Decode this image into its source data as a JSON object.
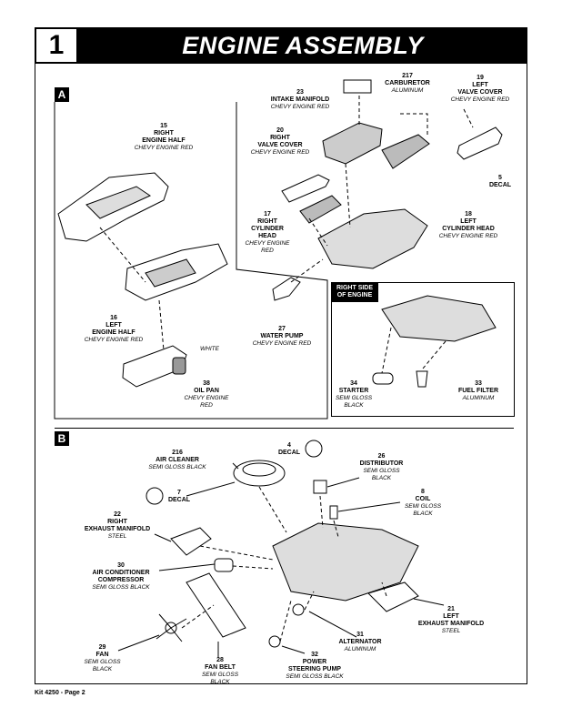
{
  "header": {
    "step_number": "1",
    "title": "ENGINE ASSEMBLY"
  },
  "sections": {
    "a": "A",
    "b": "B"
  },
  "inset": {
    "title": "RIGHT SIDE\nOF ENGINE"
  },
  "white_note": "WHITE",
  "parts_a": [
    {
      "id": "p15",
      "number": "15",
      "name": "RIGHT\nENGINE HALF",
      "material": "CHEVY ENGINE RED"
    },
    {
      "id": "p16",
      "number": "16",
      "name": "LEFT\nENGINE HALF",
      "material": "CHEVY ENGINE RED"
    },
    {
      "id": "p38",
      "number": "38",
      "name": "OIL PAN",
      "material": "CHEVY ENGINE\nRED"
    },
    {
      "id": "p23",
      "number": "23",
      "name": "INTAKE MANIFOLD",
      "material": "CHEVY ENGINE RED"
    },
    {
      "id": "p217",
      "number": "217",
      "name": "CARBURETOR",
      "material": "ALUMINUM"
    },
    {
      "id": "p19",
      "number": "19",
      "name": "LEFT\nVALVE COVER",
      "material": "CHEVY ENGINE RED"
    },
    {
      "id": "p20",
      "number": "20",
      "name": "RIGHT\nVALVE COVER",
      "material": "CHEVY ENGINE RED"
    },
    {
      "id": "p5",
      "number": "5",
      "name": "DECAL",
      "material": ""
    },
    {
      "id": "p17",
      "number": "17",
      "name": "RIGHT\nCYLINDER\nHEAD",
      "material": "CHEVY ENGINE\nRED"
    },
    {
      "id": "p18",
      "number": "18",
      "name": "LEFT\nCYLINDER HEAD",
      "material": "CHEVY ENGINE RED"
    },
    {
      "id": "p27",
      "number": "27",
      "name": "WATER PUMP",
      "material": "CHEVY ENGINE RED"
    },
    {
      "id": "p34",
      "number": "34",
      "name": "STARTER",
      "material": "SEMI GLOSS\nBLACK"
    },
    {
      "id": "p33",
      "number": "33",
      "name": "FUEL FILTER",
      "material": "ALUMINUM"
    }
  ],
  "parts_b": [
    {
      "id": "p216",
      "number": "216",
      "name": "AIR CLEANER",
      "material": "SEMI GLOSS BLACK"
    },
    {
      "id": "p4",
      "number": "4",
      "name": "DECAL",
      "material": ""
    },
    {
      "id": "p26",
      "number": "26",
      "name": "DISTRIBUTOR",
      "material": "SEMI GLOSS\nBLACK"
    },
    {
      "id": "p7",
      "number": "7",
      "name": "DECAL",
      "material": ""
    },
    {
      "id": "p8",
      "number": "8",
      "name": "COIL",
      "material": "SEMI GLOSS\nBLACK"
    },
    {
      "id": "p22",
      "number": "22",
      "name": "RIGHT\nEXHAUST MANIFOLD",
      "material": "STEEL"
    },
    {
      "id": "p30",
      "number": "30",
      "name": "AIR CONDITIONER\nCOMPRESSOR",
      "material": "SEMI GLOSS BLACK"
    },
    {
      "id": "p21",
      "number": "21",
      "name": "LEFT\nEXHAUST MANIFOLD",
      "material": "STEEL"
    },
    {
      "id": "p31",
      "number": "31",
      "name": "ALTERNATOR",
      "material": "ALUMINUM"
    },
    {
      "id": "p29",
      "number": "29",
      "name": "FAN",
      "material": "SEMI GLOSS\nBLACK"
    },
    {
      "id": "p28",
      "number": "28",
      "name": "FAN BELT",
      "material": "SEMI GLOSS\nBLACK"
    },
    {
      "id": "p32",
      "number": "32",
      "name": "POWER\nSTEERING PUMP",
      "material": "SEMI GLOSS BLACK"
    }
  ],
  "footer": {
    "text": "Kit 4250 - Page 2"
  }
}
